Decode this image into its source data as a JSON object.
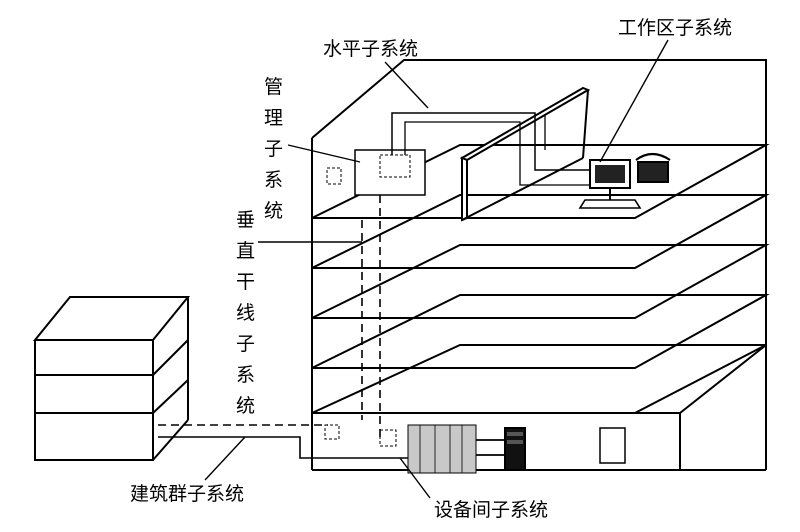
{
  "labels": {
    "horizontal": "水平子系统",
    "work_area": "工作区子系统",
    "management": [
      "管",
      "理",
      "子",
      "系",
      "统"
    ],
    "backbone": [
      "垂",
      "直",
      "干",
      "线",
      "子",
      "系",
      "统"
    ],
    "campus": "建筑群子系统",
    "equipment_room": "设备间子系统"
  },
  "colors": {
    "line": "#000000",
    "background": "#ffffff",
    "equipment_fill": "#c8c8c8"
  }
}
